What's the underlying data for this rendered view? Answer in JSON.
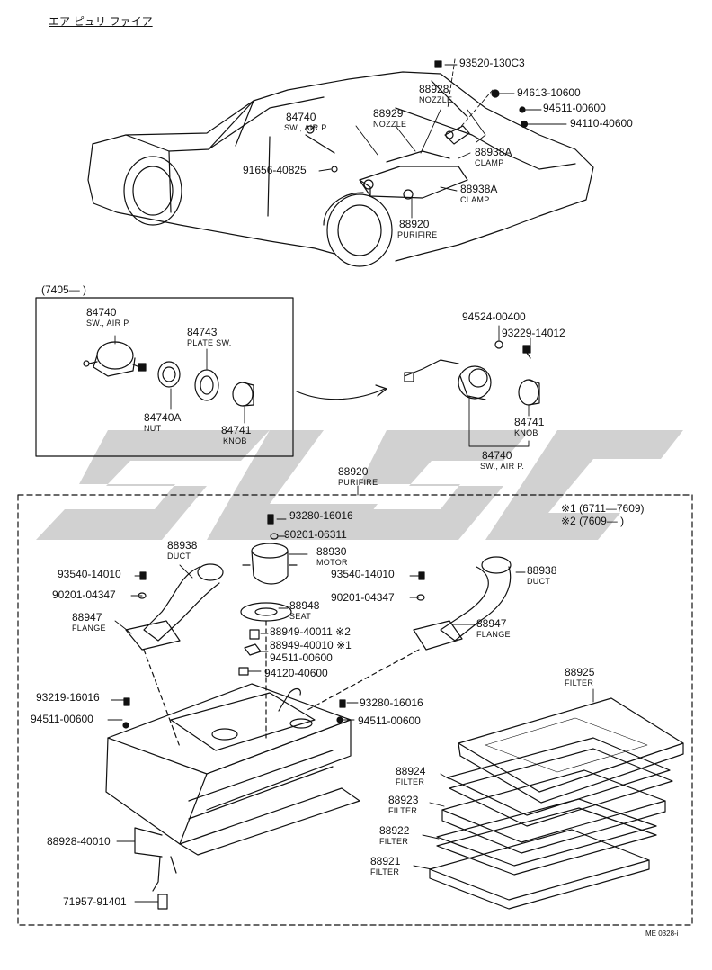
{
  "header": {
    "title": "エア ピュリ ファイア"
  },
  "top_section": {
    "parts": [
      {
        "pn": "93520-130C3"
      },
      {
        "pn": "88928",
        "name": "NOZZLE"
      },
      {
        "pn": "94613-10600"
      },
      {
        "pn": "94511-00600"
      },
      {
        "pn": "94110-40600"
      },
      {
        "pn": "84740",
        "name": "SW., AIR P."
      },
      {
        "pn": "88929",
        "name": "NOZZLE"
      },
      {
        "pn": "88938A",
        "name": "CLAMP"
      },
      {
        "pn": "91656-40825"
      },
      {
        "pn": "88938A",
        "name": "CLAMP"
      },
      {
        "pn": "88920",
        "name": "PURIFIRE"
      }
    ]
  },
  "mid_section": {
    "box_label": "(7405—        )",
    "parts": [
      {
        "pn": "84740",
        "name": "SW., AIR P."
      },
      {
        "pn": "84743",
        "name": "PLATE SW."
      },
      {
        "pn": "84740A",
        "name": "NUT"
      },
      {
        "pn": "84741",
        "name": "KNOB"
      },
      {
        "pn": "94524-00400"
      },
      {
        "pn": "93229-14012"
      },
      {
        "pn": "84741",
        "name": "KNOB"
      },
      {
        "pn": "84740",
        "name": "SW., AIR P."
      }
    ]
  },
  "bottom_section": {
    "assembly": {
      "pn": "88920",
      "name": "PURIFIRE"
    },
    "notes": [
      "※1 (6711—7609)",
      "※2 (7609—        )"
    ],
    "parts": [
      {
        "pn": "93280-16016"
      },
      {
        "pn": "90201-06311"
      },
      {
        "pn": "88938",
        "name": "DUCT"
      },
      {
        "pn": "88930",
        "name": "MOTOR"
      },
      {
        "pn": "93540-14010"
      },
      {
        "pn": "88938",
        "name": "DUCT"
      },
      {
        "pn": "93540-14010"
      },
      {
        "pn": "90201-04347"
      },
      {
        "pn": "90201-04347"
      },
      {
        "pn": "88948",
        "name": "SEAT"
      },
      {
        "pn": "88947",
        "name": "FLANGE"
      },
      {
        "pn": "88947",
        "name": "FLANGE"
      },
      {
        "pn": "88949-40011 ※2"
      },
      {
        "pn": "88949-40010 ※1"
      },
      {
        "pn": "94511-00600"
      },
      {
        "pn": "94120-40600"
      },
      {
        "pn": "88925",
        "name": "FILTER"
      },
      {
        "pn": "93219-16016"
      },
      {
        "pn": "93280-16016"
      },
      {
        "pn": "94511-00600"
      },
      {
        "pn": "94511-00600"
      },
      {
        "pn": "88924",
        "name": "FILTER"
      },
      {
        "pn": "88923",
        "name": "FILTER"
      },
      {
        "pn": "88928-40010"
      },
      {
        "pn": "88922",
        "name": "FILTER"
      },
      {
        "pn": "88921",
        "name": "FILTER"
      },
      {
        "pn": "71957-91401"
      }
    ]
  },
  "footer": {
    "code": "ME 0328-i"
  },
  "colors": {
    "ink": "#111111",
    "watermark": "#c9c9c9"
  }
}
